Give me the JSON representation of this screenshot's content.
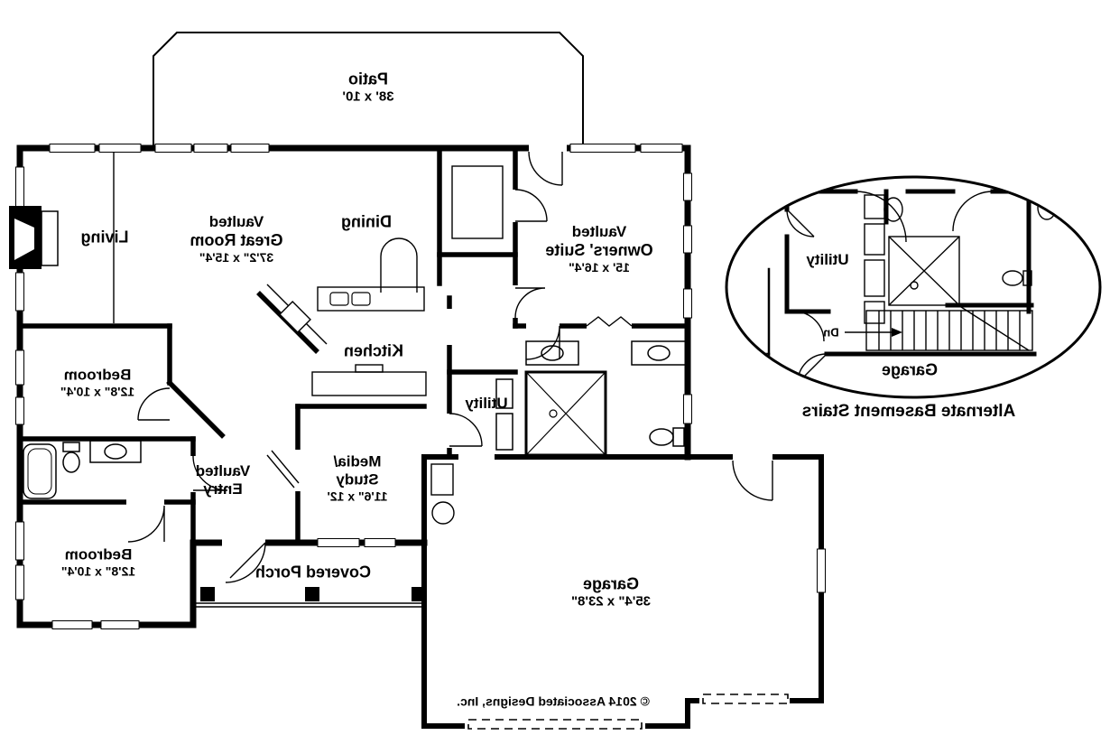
{
  "rooms": {
    "patio": [
      "Patio",
      "38' x 10'"
    ],
    "living": [
      "Living"
    ],
    "great_room": [
      "Vaulted",
      "Great Room",
      "37'2\" x 15'4\""
    ],
    "dining": [
      "Dining"
    ],
    "owners_suite": [
      "Vaulted",
      "Owners' Suite",
      "15' x 16'4\""
    ],
    "bedroom_upper": [
      "Bedroom",
      "12'8\" x 10'4\""
    ],
    "kitchen": [
      "Kitchen"
    ],
    "utility": [
      "Utility"
    ],
    "media_study": [
      "Media/",
      "Study",
      "11'6\" x 12'"
    ],
    "entry": [
      "Vaulted",
      "Entry"
    ],
    "bedroom_lower": [
      "Bedroom",
      "12'8\" x 10'4\""
    ],
    "covered_porch": [
      "Covered Porch"
    ],
    "garage": [
      "Garage",
      "35'4\" x 23'8\""
    ]
  },
  "detail_inset": {
    "utility": "Utility",
    "stairs_direction": "Dn",
    "garage": "Garage",
    "caption": "Alternate Basement Stairs"
  },
  "copyright": "© 2014 Associated Designs, Inc.",
  "colors": {
    "ink": "#000000",
    "paper": "#ffffff"
  }
}
